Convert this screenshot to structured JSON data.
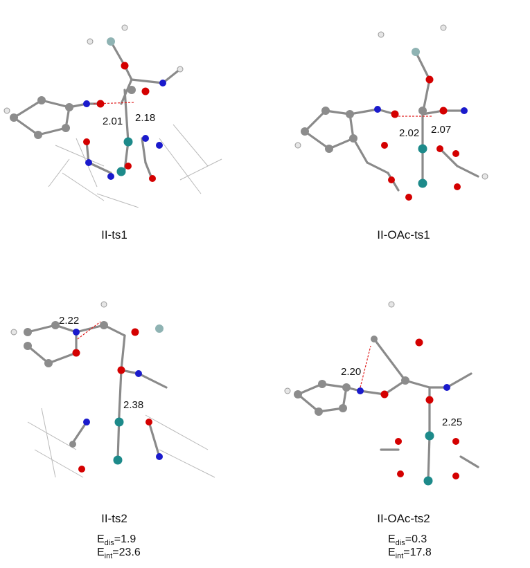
{
  "panels": [
    {
      "label": "II-ts1",
      "distances": [
        "2.01",
        "2.18"
      ]
    },
    {
      "label": "II-OAc-ts1",
      "distances": [
        "2.02",
        "2.07"
      ]
    },
    {
      "label": "II-ts2",
      "distances": [
        "2.22",
        "2.38"
      ],
      "e_dis": {
        "symbol": "E",
        "sub": "dis",
        "value": "=1.9"
      },
      "e_int": {
        "symbol": "E",
        "sub": "int",
        "value": "=23.6"
      }
    },
    {
      "label": "II-OAc-ts2",
      "distances": [
        "2.20",
        "2.25"
      ],
      "e_dis": {
        "symbol": "E",
        "sub": "dis",
        "value": "=0.3"
      },
      "e_int": {
        "symbol": "E",
        "sub": "int",
        "value": "=17.8"
      }
    }
  ],
  "atom_colors": {
    "C": "#8c8c8c",
    "H": "#e6e6e6",
    "O": "#d40000",
    "N": "#1a1acc",
    "Pd": "#1d8a8a",
    "Si": "#8fb3b3"
  }
}
